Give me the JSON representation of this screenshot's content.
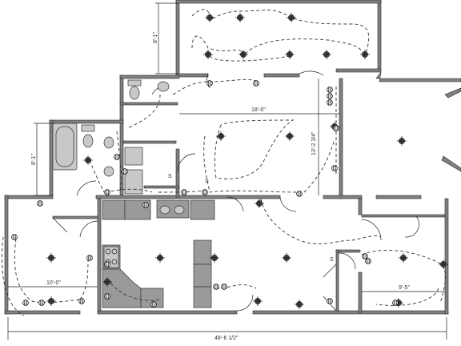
{
  "plan": {
    "dimensions": {
      "top_room_height": "8'-1\"",
      "bath_height": "8'-1\"",
      "living_width": "18'-0\"",
      "living_height": "13'-2 3/4\"",
      "left_room_width": "10'-0\"",
      "right_room_width": "9'-5\"",
      "overall_width": "48'-6 1/2\""
    },
    "switch_label": "S"
  }
}
